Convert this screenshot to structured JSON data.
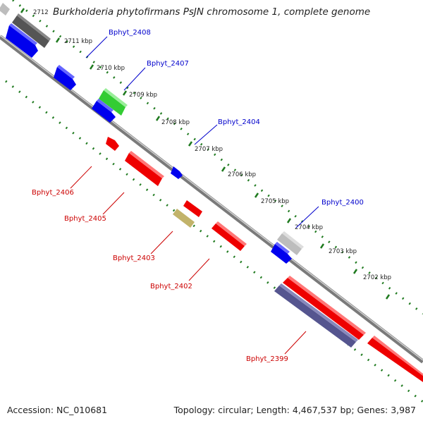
{
  "header": {
    "title": "Burkholderia phytofirmans PsJN chromosome 1, complete genome"
  },
  "footer": {
    "accession": "Accession: NC_010681",
    "summary": "Topology: circular; Length: 4,467,537 bp; Genes: 3,987"
  },
  "colors": {
    "forward_gene": "#0000ee",
    "reverse_gene": "#ee0000",
    "rrna_gene": "#33cc33",
    "pseudo_gene": "#999999",
    "misc_gene": "#c2b36a",
    "dark_gene": "#55558f",
    "backbone": "#888888",
    "ticks": "#1f7a1f"
  },
  "scale": {
    "upper_labels": [
      "2712",
      "2711 kbp",
      "2710 kbp",
      "2709 kbp",
      "2708 kbp",
      "2707 kbp",
      "2706 kbp",
      "2705 kbp",
      "2704 kbp",
      "2703 kbp",
      "2702 kbp"
    ]
  },
  "gene_labels": {
    "forward": [
      "Bphyt_2408",
      "Bphyt_2407",
      "Bphyt_2404",
      "Bphyt_2400"
    ],
    "reverse": [
      "Bphyt_2406",
      "Bphyt_2405",
      "Bphyt_2403",
      "Bphyt_2402",
      "Bphyt_2399"
    ]
  }
}
